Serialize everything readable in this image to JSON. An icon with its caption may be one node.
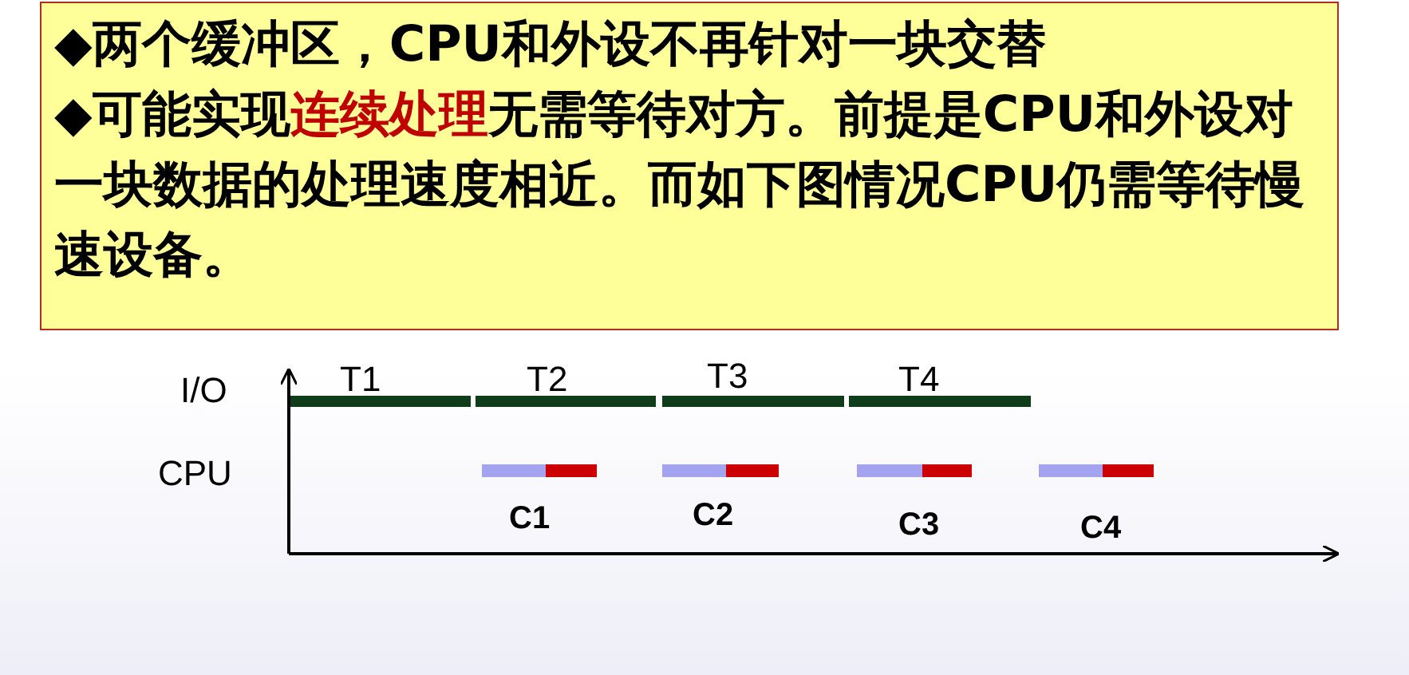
{
  "diagram": {
    "nodes": [
      {
        "text": [
          "◆两个缓冲区，CPU和外设不再针对一块交替",
          "◆可能实现**连续处理**无需等待对方。前提是CPU和外设对一块数据的处理速度相近。而如下图情况CPU仍需等待慢速设备。"
        ]
      }
    ],
    "labels": [
      "I/O",
      "T1",
      "T2",
      "T3",
      "T4",
      "CPU",
      "C1",
      "C2",
      "C3",
      "C4"
    ]
  }
}
